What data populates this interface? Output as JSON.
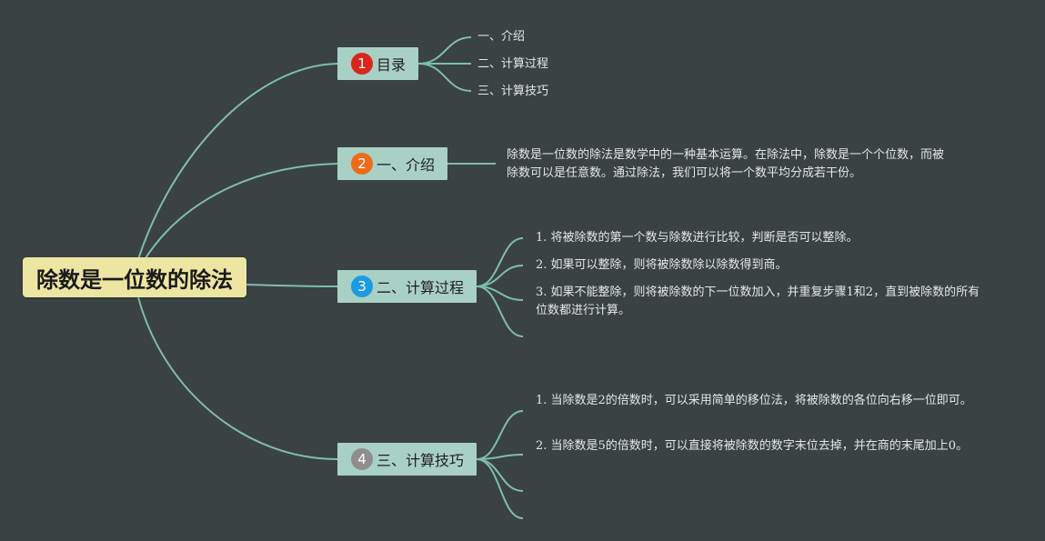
{
  "colors": {
    "background": "#3a4244",
    "connector": "#7fbea9",
    "root": "#ede6a3",
    "branch": "#a9d0c5"
  },
  "root": {
    "title": "除数是一位数的除法"
  },
  "branches": [
    {
      "number": "1",
      "title": "目录",
      "badge_color": "#d9261c",
      "items": [
        "一、介绍",
        "二、计算过程",
        "三、计算技巧"
      ]
    },
    {
      "number": "2",
      "title": "一、介绍",
      "badge_color": "#ee6b1c",
      "items": [
        "除数是一位数的除法是数学中的一种基本运算。在除法中，除数是一个个位数，而被除数可以是任意数。通过除法，我们可以将一个数平均分成若干份。"
      ]
    },
    {
      "number": "3",
      "title": "二、计算过程",
      "badge_color": "#1d9be0",
      "items": [
        "1. 将被除数的第一个数与除数进行比较，判断是否可以整除。",
        "2. 如果可以整除，则将被除数除以除数得到商。",
        "3. 如果不能整除，则将被除数的下一位数加入，并重复步骤1和2，直到被除数的所有位数都进行计算。"
      ]
    },
    {
      "number": "4",
      "title": "三、计算技巧",
      "badge_color": "#8e8e8e",
      "items": [
        "1. 当除数是2的倍数时，可以采用简单的移位法，将被除数的各位向右移一位即可。",
        "2. 当除数是5的倍数时，可以直接将被除数的数字末位去掉，并在商的末尾加上0。"
      ]
    }
  ]
}
